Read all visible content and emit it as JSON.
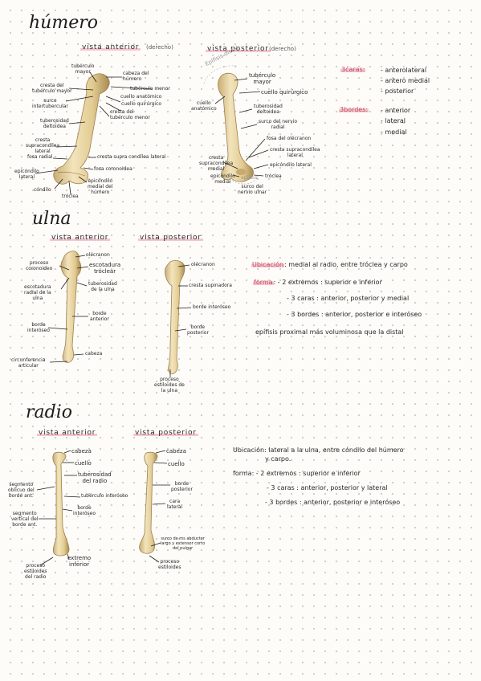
{
  "humero": {
    "title": "húmero",
    "view_anterior": "vista anterior",
    "view_anterior_note": "(derecho)",
    "view_posterior": "vista posterior",
    "view_posterior_note": "(derecho)",
    "anterior_labels": {
      "tuberculo_mayor": "tubérculo\nmayor",
      "cabeza": "cabeza del\nhúmero",
      "cresta_tub_mayor": "cresta del\ntubérculo mayor",
      "tub_menor": "tubérculo menor",
      "surco": "surco\nintertubercular",
      "cuello_anat": "cuello anatómico",
      "cuello_quir": "cuello quirúrgico",
      "cresta_tub_menor": "cresta del\ntubérculo menor",
      "tub_deltoidea": "tuberosidad\ndeltoidea",
      "cresta_supra_lat": "cresta\nsupracondílea\nlateral",
      "fosa_radial": "fosa radial",
      "cresta_supra_lat2": "cresta supra condílea lateral",
      "fosa_coronoidea": "fosa coronoidea",
      "epicondilo_lat": "epicóndilo\nlateral",
      "epicondilo_med": "epicóndilo\nmedial del\nhúmero",
      "condilo": "cóndilo",
      "troclea": "tróclea"
    },
    "posterior_labels": {
      "epifisis": "Epífisis distal",
      "tub_mayor": "tubérculo\nmayor",
      "cuello_quir": "cuello quirúrgico",
      "cuello_anat": "cuello\nanatómico",
      "tub_deltoidea": "tuberosidad\ndeltoidea",
      "surco_radial": "surco del nervio\nradial",
      "fosa_olecranon": "fosa del olécranon",
      "cresta_supra_lat": "cresta supracondílea\nlateral",
      "cresta_supra_med": "cresta\nsupracondílea\nmedial",
      "epic_lat": "epicóndilo lateral",
      "epic_med": "epicóndilo\nmedial",
      "epifisis2": "epífisis",
      "troclea": "tróclea",
      "surco_ulnar": "surco del\nnervio ulnar"
    },
    "caras_label": "3caras:",
    "caras": [
      "- anterolateral",
      "- antero medial",
      "- posterior"
    ],
    "bordes_label": "3bordes:",
    "bordes": [
      "- anterior",
      "- lateral",
      "- medial"
    ]
  },
  "ulna": {
    "title": "ulna",
    "view_anterior": "vista anterior",
    "view_posterior": "vista posterior",
    "anterior_labels": {
      "olecranon": "olécranon",
      "proceso_coronoideo": "proceso\ncoronoideo",
      "escotadura": "escotadura\ntroclear",
      "escotadura_radial": "escotadura\nradial de la\nulna",
      "tuberosidad": "tuberosidad\nde la ulna",
      "borde_anterior": "borde\nanterior",
      "borde_interoseo": "borde\ninteróseo",
      "cabeza": "cabeza",
      "circunferencia": "circunferencia\narticular"
    },
    "posterior_labels": {
      "olecranon": "olécranon",
      "cresta_supinadora": "cresta supinadora",
      "borde_interoseo": "borde interóseo",
      "borde_posterior": "borde\nposterior",
      "proceso_estiloides": "proceso\nestiloides de\nla ulna"
    },
    "ubicacion_label": "Ubicación",
    "ubicacion": ": medial al radio, entre tróclea y carpo",
    "forma_label": "forma",
    "forma_lines": [
      ": - 2 extremos : superior e inferior",
      "- 3 caras : anterior, posterior y medial",
      "- 3 bordes : anterior, posterior e interóseo",
      "epífisis proximal más voluminosa que la distal"
    ]
  },
  "radio": {
    "title": "radio",
    "view_anterior": "vista anterior",
    "view_posterior": "vista posterior",
    "anterior_labels": {
      "cabeza": "cabeza",
      "cuello": "cuello",
      "tuberosidad": "tuberosidad\ndel radio",
      "segmento_oblicuo": "segmento\noblicuo del\nborde ant.",
      "tuberculo_interoseo": "tubérculo interóseo",
      "borde_interoseo": "borde\ninteróseo",
      "segmento_vertical": "segmento\nvertical del\nborde ant.",
      "extremo_inferior": "extremo\ninferior",
      "proceso_estiloides": "proceso\nestiloides\ndel radio"
    },
    "posterior_labels": {
      "cabeza": "cabeza",
      "cuello": "cuello",
      "borde_posterior": "borde\nposterior",
      "cara_lateral": "cara\nlateral",
      "surco": "surco de ms abductor\nlargo y extensor corto\ndel pulgar",
      "proceso_estiloides": "proceso\nestiloides"
    },
    "ubicacion_label": "Ubicación",
    "ubicacion": ": lateral a la ulna, entre cóndilo del húmero",
    "ubicacion2": "y carpo.",
    "forma_label": "forma",
    "forma_lines": [
      ": - 2 extremos : superior e inferior",
      "- 3 caras : anterior, posterior y lateral",
      "- 3 bordes : anterior, posterior e interóseo"
    ]
  },
  "colors": {
    "highlight": "#f4c5cf",
    "bone": "#e8d6a6",
    "bone_shadow": "#b79a60"
  }
}
